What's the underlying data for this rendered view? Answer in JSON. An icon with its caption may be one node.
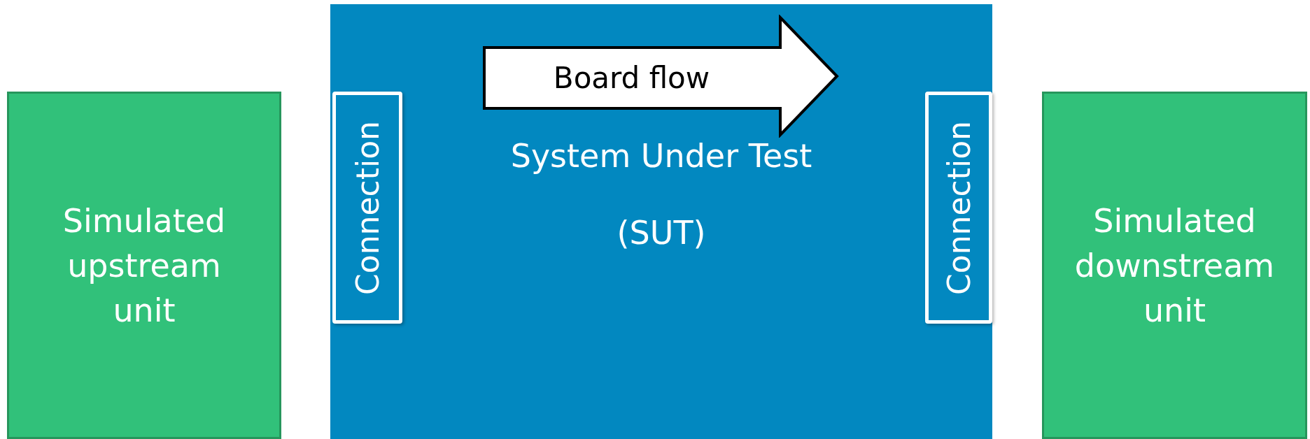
{
  "diagram": {
    "nodes": [
      {
        "text": [
          "Simulated upstream unit"
        ]
      },
      {
        "text": [
          "System Under Test",
          "(SUT)"
        ]
      },
      {
        "text": [
          "Connection"
        ],
        "in": 1
      },
      {
        "text": [
          "Board flow"
        ],
        "in": 1
      },
      {
        "text": [
          "Connection"
        ],
        "in": 1
      },
      {
        "text": [
          "Simulated downstream unit"
        ]
      }
    ]
  }
}
